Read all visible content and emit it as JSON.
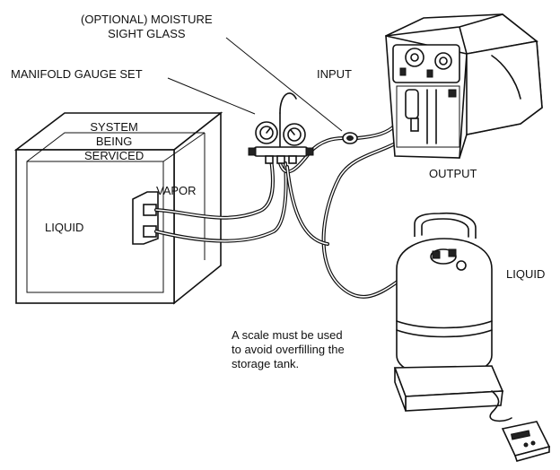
{
  "labels": {
    "moisture_glass": "(OPTIONAL) MOISTURE\nSIGHT GLASS",
    "manifold": "MANIFOLD GAUGE SET",
    "input": "INPUT",
    "system": "SYSTEM\nBEING\nSERVICED",
    "vapor": "VAPOR",
    "output": "OUTPUT",
    "liquid_left": "LIQUID",
    "liquid_right": "LIQUID",
    "scale_note": "A scale must be used\nto avoid overfilling the\nstorage tank."
  }
}
